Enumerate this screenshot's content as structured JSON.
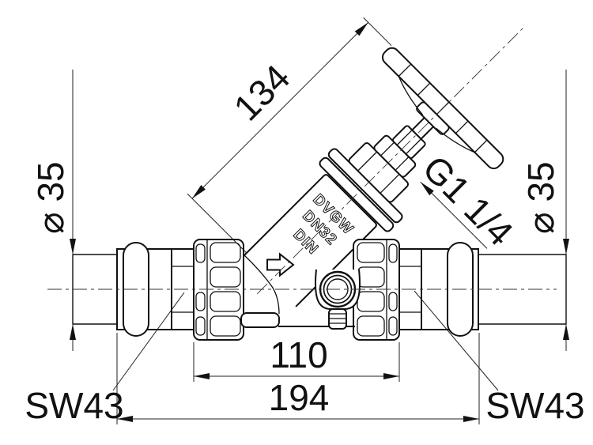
{
  "drawing": {
    "dimensions": {
      "stem_height": "134",
      "pipe_dia_left": "⌀ 35",
      "pipe_dia_right": "⌀ 35",
      "thread_size": "G1 1/4",
      "hub_length": "110",
      "overall_length": "194",
      "wrench_size_left": "SW43",
      "wrench_size_right": "SW43"
    },
    "body_markings": {
      "certification": "DVGW",
      "nominal_size": "DN32",
      "standard": "DIN"
    },
    "icons": {
      "flow_direction": "flow-direction-arrow",
      "diameter_symbol": "⌀"
    },
    "colors": {
      "line": "#111111",
      "dimension_line": "#222222",
      "background": "#ffffff"
    }
  }
}
